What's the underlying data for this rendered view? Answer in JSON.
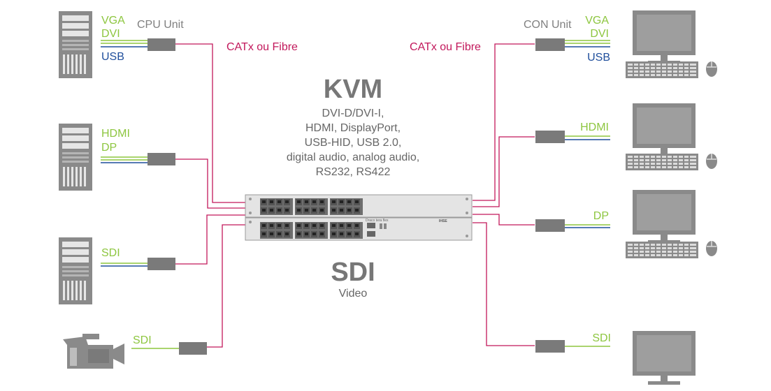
{
  "colors": {
    "video": "#8dc63f",
    "usb": "#1f4e9c",
    "link": "#c2185b",
    "unit": "#7a7a7a",
    "device": "#8a8a8a"
  },
  "top_left": {
    "video_labels": [
      "VGA",
      "DVI"
    ],
    "usb_label": "USB",
    "unit_label": "CPU Unit",
    "link_label": "CATx ou Fibre"
  },
  "top_right": {
    "video_labels": [
      "VGA",
      "DVI"
    ],
    "usb_label": "USB",
    "unit_label": "CON Unit",
    "link_label": "CATx ou Fibre"
  },
  "left_mid": {
    "video_labels": [
      "HDMI",
      "DP"
    ]
  },
  "left_sdi": {
    "video_label": "SDI"
  },
  "camera": {
    "video_label": "SDI"
  },
  "right_hdmi": {
    "video_label": "HDMI"
  },
  "right_dp": {
    "video_label": "DP"
  },
  "right_sdi": {
    "video_label": "SDI"
  },
  "kvm": {
    "title": "KVM",
    "signals": [
      "DVI-D/DVI-I,",
      "HDMI, DisplayPort,",
      "USB-HID, USB 2.0,",
      "digital audio, analog audio,",
      "RS232, RS422"
    ]
  },
  "sdi": {
    "title": "SDI",
    "subtitle": "Video"
  },
  "switch": {
    "brand": "Draco tera flex",
    "logo": "IHSE"
  }
}
